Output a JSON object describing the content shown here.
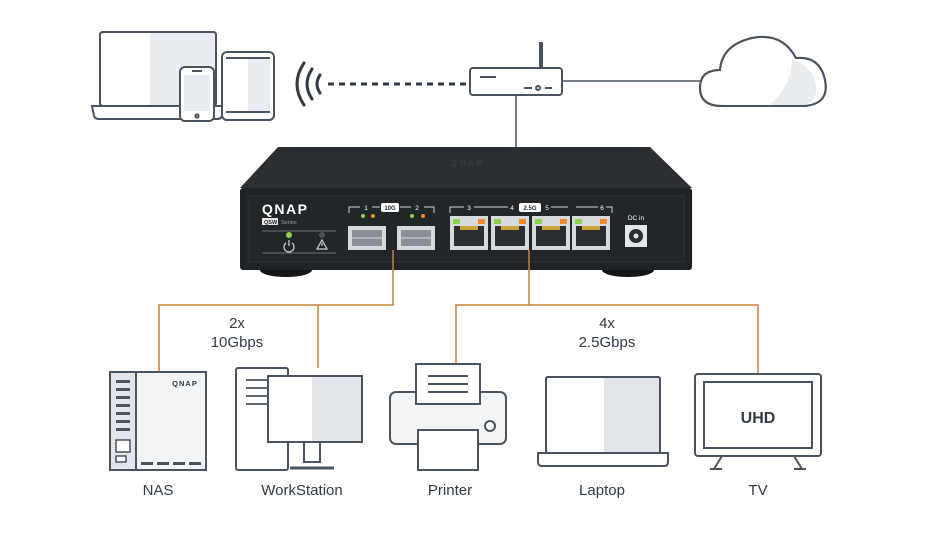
{
  "switch": {
    "brand": "QNAP",
    "series": "QSW",
    "series_suffix": "Series",
    "sfp_group": "10G",
    "rj45_group": "2.5G",
    "port_numbers": [
      "1",
      "2",
      "3",
      "4",
      "5",
      "6"
    ],
    "power_label": "DC in",
    "top_logo": "QNAP"
  },
  "nas": {
    "brand": "QNAP"
  },
  "tv": {
    "screen_text": "UHD"
  },
  "groups": {
    "ten_gig": {
      "count": "2x",
      "speed": "10Gbps"
    },
    "two_five_gig": {
      "count": "4x",
      "speed": "2.5Gbps"
    }
  },
  "devices": {
    "nas": "NAS",
    "workstation": "WorkStation",
    "printer": "Printer",
    "laptop": "Laptop",
    "tv": "TV"
  },
  "colors": {
    "link_line": "#c8813f",
    "outline": "#4a5360",
    "fill_light": "#f3f4f6",
    "fill_shade": "#e2e5ea",
    "switch_body": "#1f2226",
    "led_green": "#8fd14f",
    "led_orange": "#f08a2c"
  },
  "icons": [
    "laptop-icon",
    "phone-icon",
    "tablet-icon",
    "wifi-icon",
    "router-icon",
    "cloud-icon"
  ]
}
